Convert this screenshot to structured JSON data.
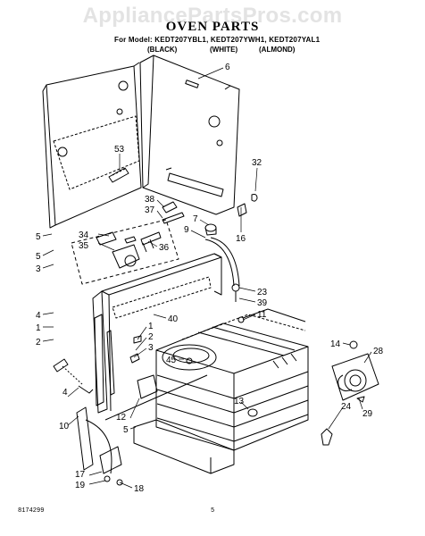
{
  "header": {
    "watermark": "AppliancePartsPros.com",
    "title": "OVEN PARTS",
    "model_line": "For Model: KEDT207YBL1, KEDT207YWH1, KEDT207YAL1",
    "colors": [
      "(BLACK)",
      "(WHITE)",
      "(ALMOND)"
    ]
  },
  "callouts": [
    "6",
    "53",
    "32",
    "38",
    "37",
    "7",
    "9",
    "16",
    "34",
    "35",
    "36",
    "23",
    "39",
    "11",
    "40",
    "1",
    "2",
    "3",
    "45",
    "14",
    "28",
    "13",
    "24",
    "29",
    "12",
    "5",
    "4",
    "10",
    "17",
    "19",
    "18"
  ],
  "edge_callouts": [
    "5",
    "5",
    "3",
    "4",
    "1",
    "2"
  ],
  "footer": {
    "left": "8174299",
    "page": "5"
  }
}
